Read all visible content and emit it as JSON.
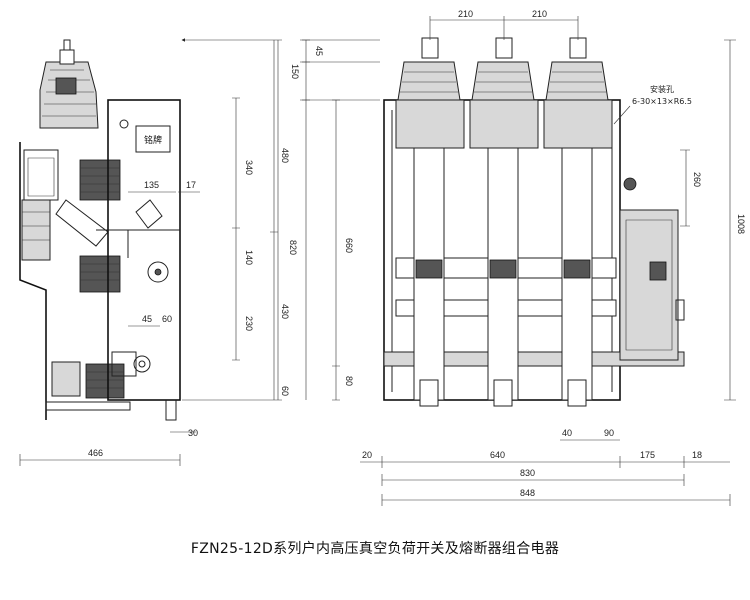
{
  "caption": "FZN25-12D系列户内高压真空负荷开关及熔断器组合电器",
  "nameplate_label": "铭牌",
  "mounting_hole_label": "安装孔",
  "mounting_hole_spec": "6-30×13×R6.5",
  "side_view_dims": {
    "d480": "480",
    "d340": "340",
    "d820": "820",
    "d140": "140",
    "d430": "430",
    "d230": "230",
    "d60": "60",
    "d135": "135",
    "d17": "17",
    "d45": "45",
    "d60b": "60",
    "d30": "30",
    "d466": "466"
  },
  "front_view_dims": {
    "d210a": "210",
    "d210b": "210",
    "d45": "45",
    "d150": "150",
    "d660": "660",
    "d80": "80",
    "d260": "260",
    "d1008": "1008",
    "d40": "40",
    "d90": "90",
    "d20": "20",
    "d640": "640",
    "d175": "175",
    "d18": "18",
    "d830": "830",
    "d848": "848"
  }
}
